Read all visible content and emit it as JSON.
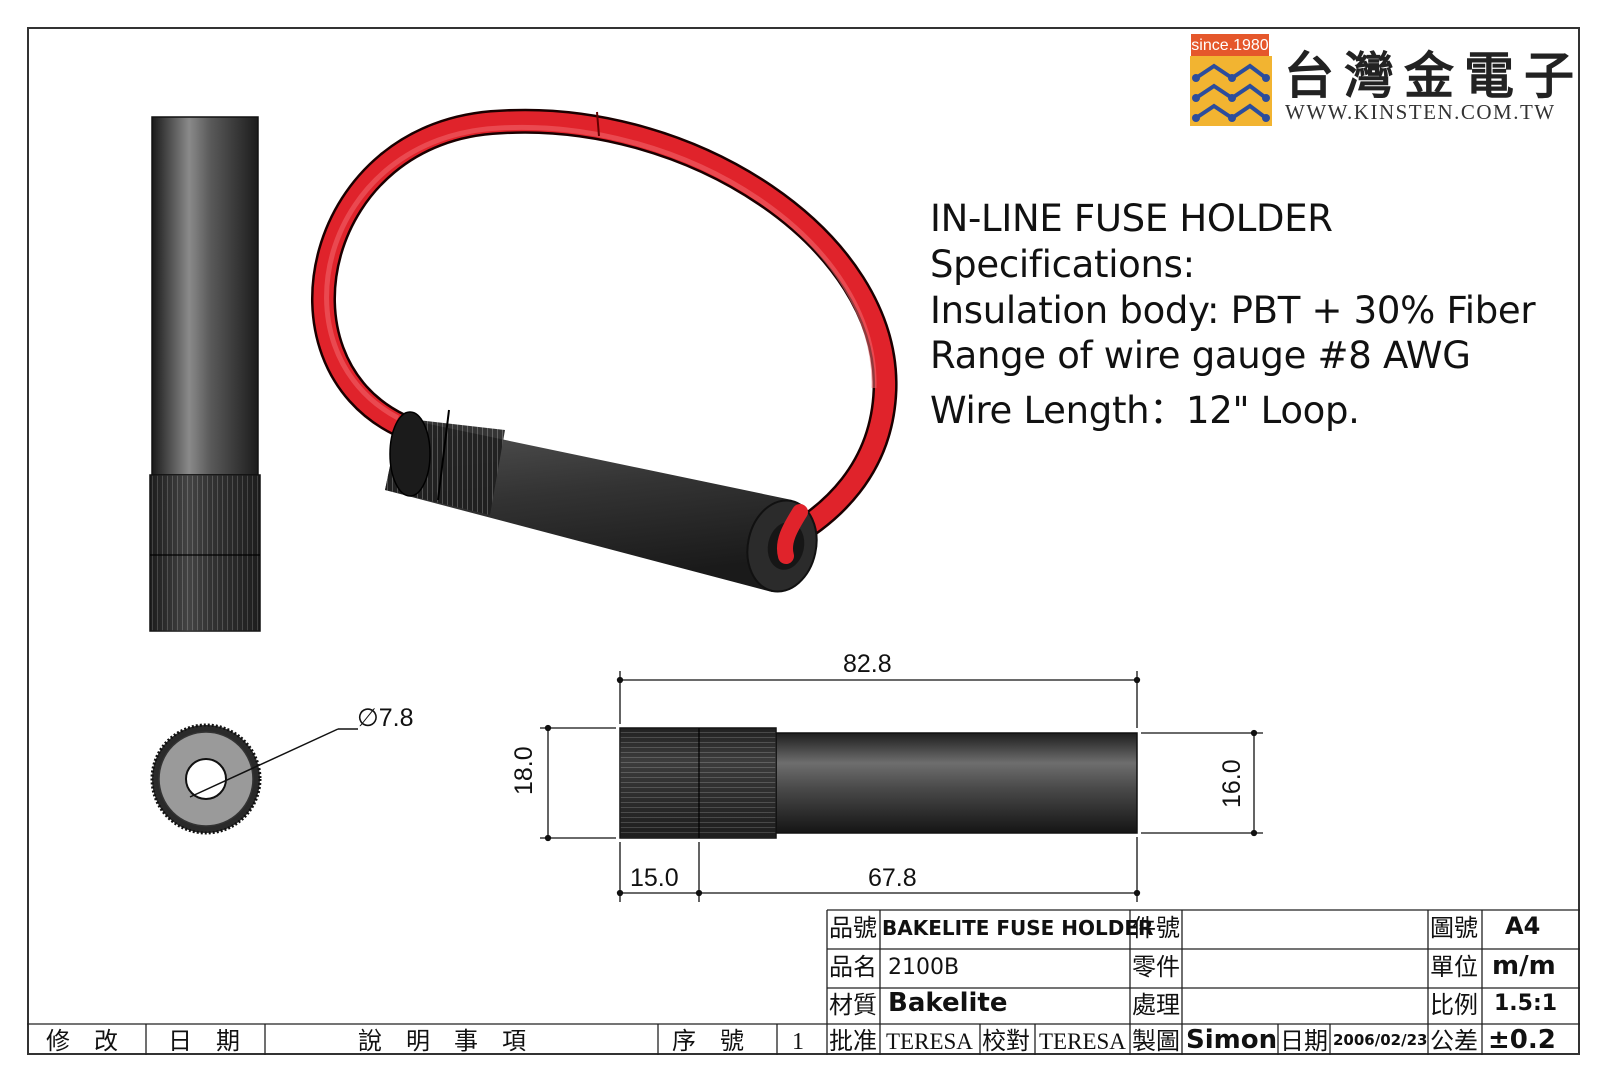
{
  "logo": {
    "since": "since.1980",
    "company_cn": "台灣金電子",
    "url": "WWW.KINSTEN.COM.TW",
    "brand_color": "#e5572b",
    "icon_colors": [
      "#f2b431",
      "#2c4d9c"
    ]
  },
  "specs": {
    "title": "IN-LINE FUSE HOLDER",
    "heading": "Specifications:",
    "insulation": "Insulation body: PBT + 30% Fiber",
    "wire_gauge": "Range of wire gauge #8 AWG",
    "wire_length": "Wire Length：12\" Loop."
  },
  "dimensions": {
    "total_length": "82.8",
    "diameter": "∅7.8",
    "height_left": "18.0",
    "height_right": "16.0",
    "cap_length": "15.0",
    "body_length": "67.8"
  },
  "colors": {
    "wire_red": "#e0232b",
    "body_dark": "#3a3a3a"
  },
  "title_block": {
    "part_no_label": "品號",
    "part_no": "BAKELITE FUSE HOLDER",
    "item_no_label": "件號",
    "drawing_no_label": "圖號",
    "drawing_no": "A4",
    "name_label": "品名",
    "name": "2100B",
    "component_label": "零件",
    "unit_label": "單位",
    "unit": "m/m",
    "material_label": "材質",
    "material": "Bakelite",
    "treatment_label": "處理",
    "scale_label": "比例",
    "scale": "1.5:1",
    "approved_label": "批准",
    "approved": "TERESA",
    "checked_label": "校對",
    "checked": "TERESA",
    "drawn_label": "製圖",
    "drawn": "Simon",
    "date_label": "日期",
    "date": "2006/02/23",
    "tolerance_label": "公差",
    "tolerance": "±0.2"
  },
  "revision_bar": {
    "modify": "修　改",
    "date": "日　期",
    "description": "說　明　事　項",
    "serial": "序　號",
    "serial_value": "1"
  }
}
